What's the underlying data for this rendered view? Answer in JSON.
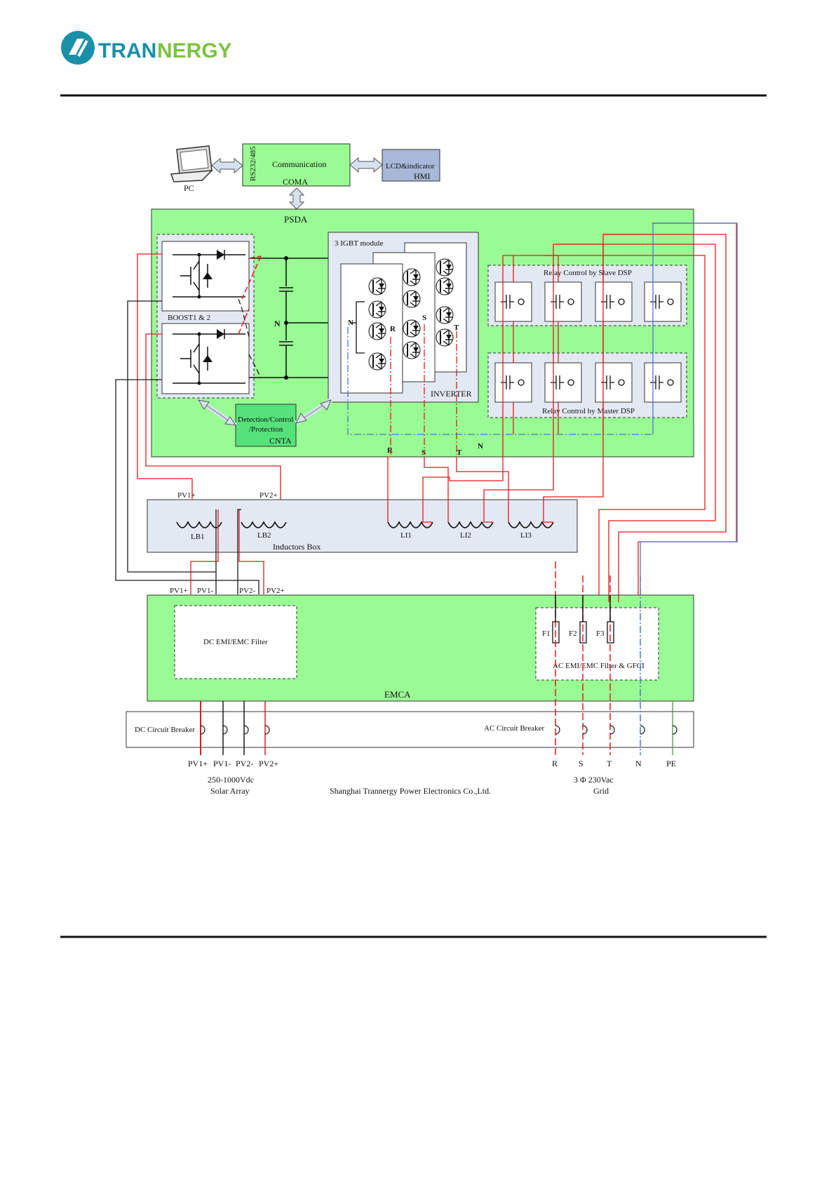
{
  "header": {
    "brand_part1": "TRAN",
    "brand_part2": "NERGY",
    "brand_color_teal": "#1a8fa8",
    "brand_color_green": "#7dc242"
  },
  "colors": {
    "block_green": "#99fb93",
    "cnta_green": "#55e27a",
    "hmi_blue": "#a7b8d8",
    "panel_gray": "#e3e9f3",
    "wire_red": "#e41a1a",
    "wire_black": "#1a1a1a",
    "wire_blue": "#4a78c8",
    "wire_green": "#3aa33a"
  },
  "top": {
    "pc_label": "PC",
    "comm_side_label": "RS232/485",
    "comm_title": "Communication",
    "comm_name": "COMA",
    "hmi_title": "LCD&indicator",
    "hmi_name": "HMI"
  },
  "psda": {
    "label": "PSDA",
    "boost_label": "BOOST1 & 2",
    "dc_bus_n": "N",
    "igbt_label": "3 IGBT module",
    "inverter_label": "INVERTER",
    "phase_n": "N",
    "phase_r": "R",
    "phase_s": "S",
    "phase_t": "T",
    "out_r": "R",
    "out_s": "S",
    "out_t": "T",
    "out_n": "N",
    "cnta_line1": "Detection/Control",
    "cnta_line2": "/Protection",
    "cnta_name": "CNTA",
    "relay_slave": "Relay Control by Slave DSP",
    "relay_master": "Relay Control by Master DSP"
  },
  "inductors": {
    "pv1_plus": "PV1+",
    "pv2_plus": "PV2+",
    "lb1": "LB1",
    "lb2": "LB2",
    "li1": "LI1",
    "li2": "LI2",
    "li3": "LI3",
    "box_label": "Inductors Box"
  },
  "emca": {
    "in_pv1_plus": "PV1+",
    "in_pv1_minus": "PV1-",
    "in_pv2_minus": "PV2-",
    "in_pv2_plus": "PV2+",
    "dc_filter": "DC EMI/EMC Filter",
    "ac_filter": "AC EMI/EMC Filter & GFCI",
    "f1": "F1",
    "f2": "F2",
    "f3": "F3",
    "label": "EMCA"
  },
  "breakers": {
    "dc_label": "DC Circuit Breaker",
    "ac_label": "AC Circuit Breaker"
  },
  "terminals": {
    "pv1_plus": "PV1+",
    "pv1_minus": "PV1-",
    "pv2_minus": "PV2-",
    "pv2_plus": "PV2+",
    "r": "R",
    "s": "S",
    "t": "T",
    "n": "N",
    "pe": "PE"
  },
  "footer": {
    "dc_voltage": "250-1000Vdc",
    "dc_source": "Solar Array",
    "company": "Shanghai Trannergy Power Electronics Co.,Ltd.",
    "ac_voltage": "3 Φ 230Vac",
    "ac_source": "Grid"
  }
}
